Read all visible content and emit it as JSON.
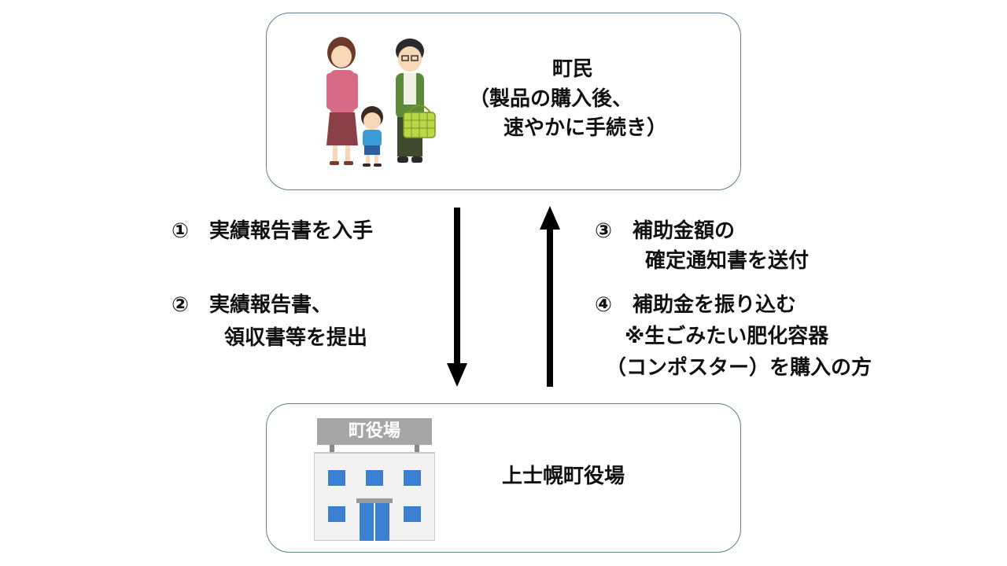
{
  "resident": {
    "title": "町民",
    "line1": "（製品の購入後、",
    "line2": "速やかに手続き）"
  },
  "office": {
    "sign": "町役場",
    "name": "上士幌町役場"
  },
  "steps": {
    "s1": "①　実績報告書を入手",
    "s2_line1": "②　実績報告書、",
    "s2_line2": "領収書等を提出",
    "s3_line1": "③　補助金額の",
    "s3_line2": "確定通知書を送付",
    "s4_line1": "④　補助金を振り込む",
    "s4_note1": "※生ごみたい肥化容器",
    "s4_note2": "（コンポスター）を購入の方"
  },
  "icons": {
    "family": "family-illustration",
    "building": "town-hall-illustration"
  }
}
